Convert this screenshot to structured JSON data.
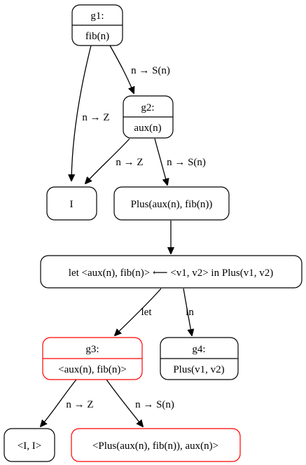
{
  "nodes": {
    "g1": {
      "header": "g1:",
      "body": "fib(n)"
    },
    "g2": {
      "header": "g2:",
      "body": "aux(n)"
    },
    "i_leaf": {
      "text": "I"
    },
    "plus_node": {
      "text": "Plus(aux(n), fib(n))"
    },
    "let_node": {
      "text": "let <aux(n), fib(n)> ⟵ <v1, v2> in Plus(v1, v2)"
    },
    "g3": {
      "header": "g3:",
      "body": "<aux(n), fib(n)>"
    },
    "g4": {
      "header": "g4:",
      "body": "Plus(v1, v2)"
    },
    "pair_i": {
      "text": "<I, I>"
    },
    "pair_plus": {
      "text": "<Plus(aux(n), fib(n)), aux(n)>"
    }
  },
  "edges": {
    "g1_to_g2": "n → S(n)",
    "g1_to_i": "n → Z",
    "g2_to_i": "n → Z",
    "g2_to_plus": "n → S(n)",
    "let_to_g3": "let",
    "let_to_g4": "in",
    "g3_to_pair_i": "n → Z",
    "g3_to_pair_plus": "n → S(n)"
  },
  "colors": {
    "line": "#000000",
    "highlight": "#ff0000",
    "background": "#ffffff"
  }
}
